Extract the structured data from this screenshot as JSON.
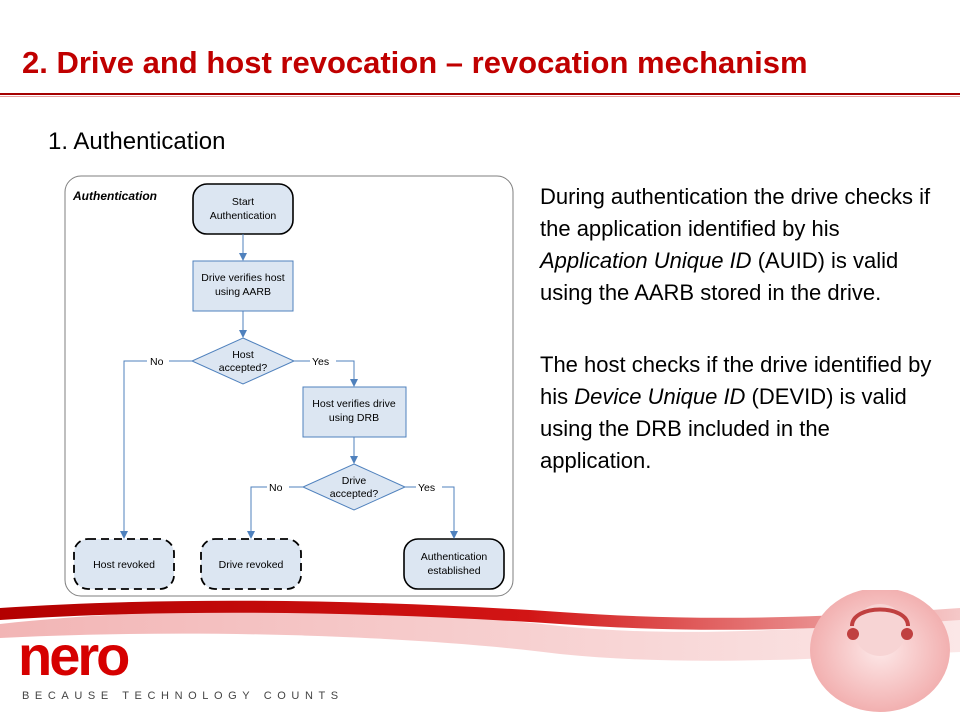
{
  "slide": {
    "title": "2. Drive and host revocation – revocation mechanism",
    "subtitle": "1. Authentication"
  },
  "diagram": {
    "title": "Authentication",
    "nodes": {
      "start": [
        "Start",
        "Authentication"
      ],
      "verify_host": [
        "Drive verifies host",
        "using AARB"
      ],
      "host_accepted": [
        "Host",
        "accepted?"
      ],
      "verify_drive": [
        "Host verifies drive",
        "using DRB"
      ],
      "drive_accepted": [
        "Drive",
        "accepted?"
      ],
      "host_revoked": "Host revoked",
      "drive_revoked": "Drive revoked",
      "established": [
        "Authentication",
        "established"
      ]
    },
    "edge_labels": {
      "host_no": "No",
      "host_yes": "Yes",
      "drive_no": "No",
      "drive_yes": "Yes"
    }
  },
  "body": {
    "p1": {
      "a": "During authentication the drive checks if the application identified by his ",
      "b": "Application Unique ID",
      "c": " (AUID) is valid using the AARB stored in the drive."
    },
    "p2": {
      "a": "The host checks if the drive identified by his ",
      "b": "Device Unique ID",
      "c": " (DEVID) is valid using the DRB included in the application."
    }
  },
  "footer": {
    "logo": "nero",
    "tagline": "BECAUSE TECHNOLOGY COUNTS"
  },
  "colors": {
    "title": "#c00000",
    "brand_red": "#d60000",
    "node_fill": "#dce6f2",
    "arrow": "#4f81bd"
  }
}
